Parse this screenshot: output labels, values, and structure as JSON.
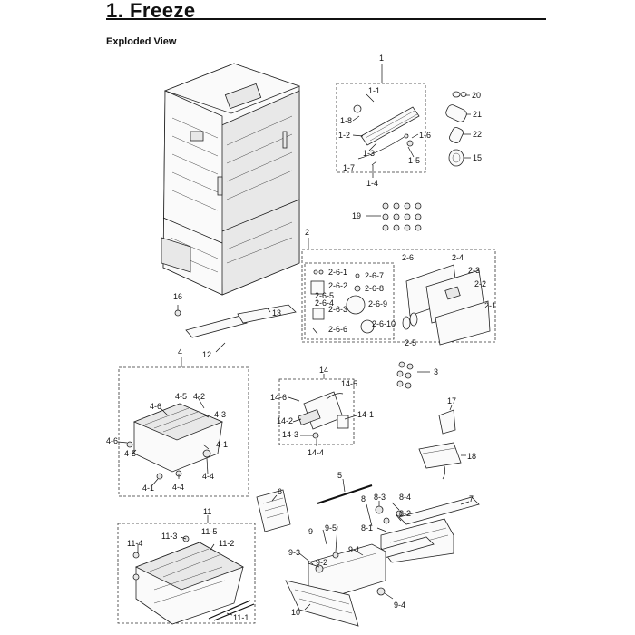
{
  "header": {
    "title": "1.  Freeze",
    "subtitle": "Exploded View"
  },
  "callouts": {
    "c1": "1",
    "c1_1": "1-1",
    "c1_2": "1-2",
    "c1_3": "1-3",
    "c1_4": "1-4",
    "c1_5": "1-5",
    "c1_6": "1-6",
    "c1_7": "1-7",
    "c1_8": "1-8",
    "c20": "20",
    "c21": "21",
    "c22": "22",
    "c15": "15",
    "c19": "19",
    "c2": "2",
    "c2_1": "2-1",
    "c2_2": "2-2",
    "c2_3": "2-3",
    "c2_4": "2-4",
    "c2_5": "2-5",
    "c2_6": "2-6",
    "c2_6_1": "2-6-1",
    "c2_6_2": "2-6-2",
    "c2_6_3": "2-6-3",
    "c2_6_4": "2-6-4",
    "c2_6_5": "2-6-5",
    "c2_6_6": "2-6-6",
    "c2_6_7": "2-6-7",
    "c2_6_8": "2-6-8",
    "c2_6_9": "2-6-9",
    "c2_6_10": "2-6-10",
    "c3": "3",
    "c4": "4",
    "c4_1": "4-1",
    "c4_2": "4-2",
    "c4_3": "4-3",
    "c4_4": "4-4",
    "c4_5": "4-5",
    "c4_6": "4-6",
    "c5": "5",
    "c6": "6",
    "c7": "7",
    "c8": "8",
    "c8_1": "8-1",
    "c8_2": "8-2",
    "c8_3": "8-3",
    "c8_4": "8-4",
    "c9": "9",
    "c9_1": "9-1",
    "c9_2": "9-2",
    "c9_3": "9-3",
    "c9_4": "9-4",
    "c9_5": "9-5",
    "c10": "10",
    "c11": "11",
    "c11_1": "11-1",
    "c11_2": "11-2",
    "c11_3": "11-3",
    "c11_4": "11-4",
    "c11_5": "11-5",
    "c12": "12",
    "c13": "13",
    "c14": "14",
    "c14_1": "14-1",
    "c14_2": "14-2",
    "c14_3": "14-3",
    "c14_4": "14-4",
    "c14_5": "14-5",
    "c14_6": "14-6",
    "c16": "16",
    "c17": "17",
    "c18": "18"
  }
}
